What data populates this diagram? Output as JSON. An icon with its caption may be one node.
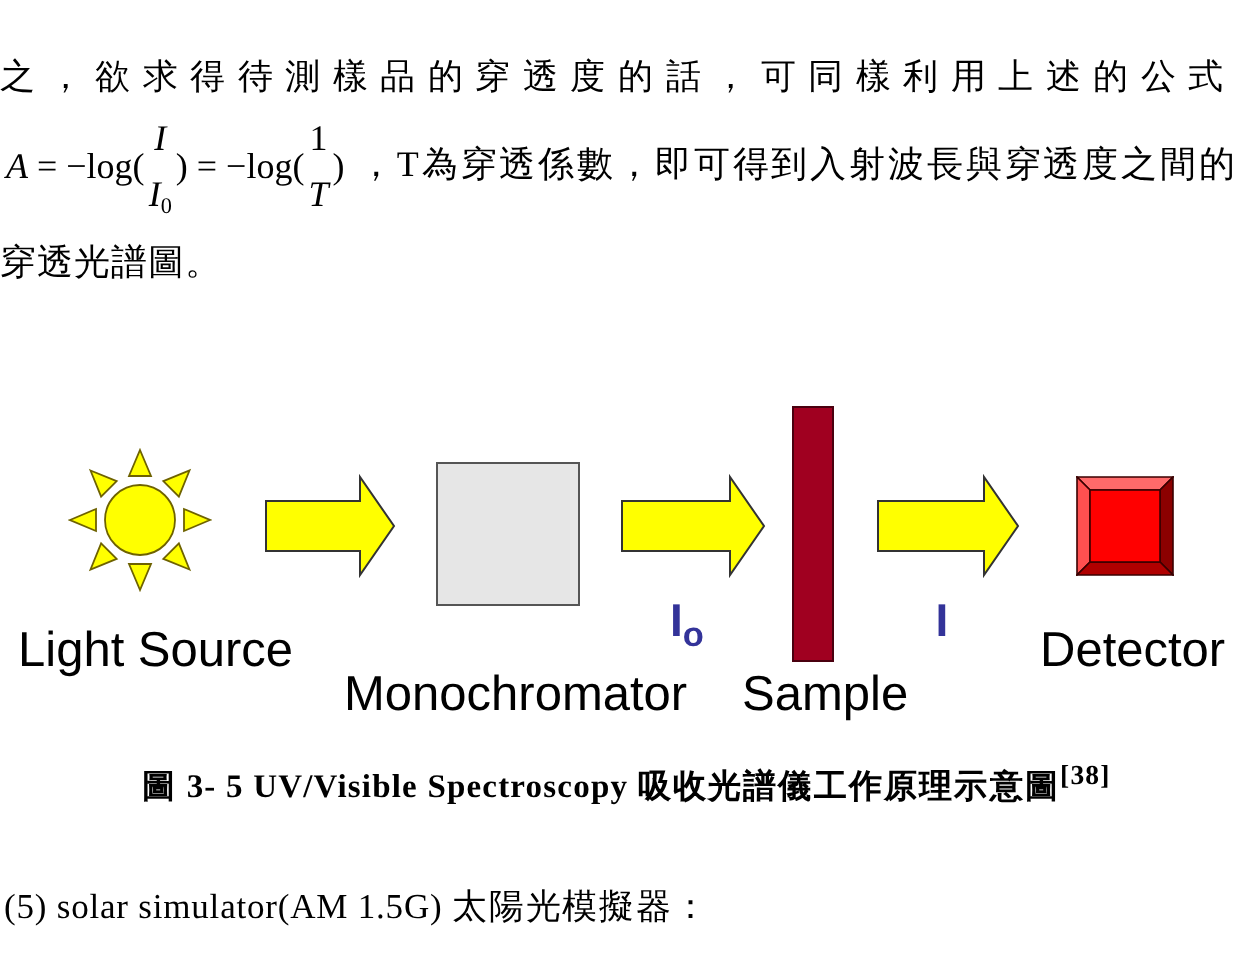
{
  "diagram": {
    "caption": "圖 3- 5 UV/Visible Spectroscopy 吸收光譜儀工作原理示意圖$^{[38]}$",
    "nodes": [
      {
        "text": [],
        "shape": "picture",
        "beside": [
          "Light Source"
        ]
      },
      {
        "text": [],
        "shape": "box",
        "beside": [
          "Monochromator"
        ]
      },
      {
        "text": [],
        "shape": "bar",
        "beside": [
          "Sample"
        ]
      },
      {
        "text": [],
        "shape": "box",
        "beside": [
          "Detector"
        ]
      }
    ],
    "edges": [
      {
        "from": 0,
        "to": 1,
        "arrow": "to"
      },
      {
        "from": 1,
        "to": 2,
        "arrow": "to",
        "label": "I$_{o}$"
      },
      {
        "from": 2,
        "to": 3,
        "arrow": "to",
        "label": "I"
      }
    ],
    "labels": [
      "之，欲求得待測樣品的穿透度的話，可同樣利用上述的公式",
      "*A* = −log(",
      "I",
      "*I*$_{0}$",
      ") = −log(",
      "1",
      "T",
      ")",
      "，T為穿透係數，即可得到入射波長與穿透度之間的",
      "穿透光譜圖。",
      "(5) solar simulator(AM 1.5G) 太陽光模擬器："
    ]
  }
}
